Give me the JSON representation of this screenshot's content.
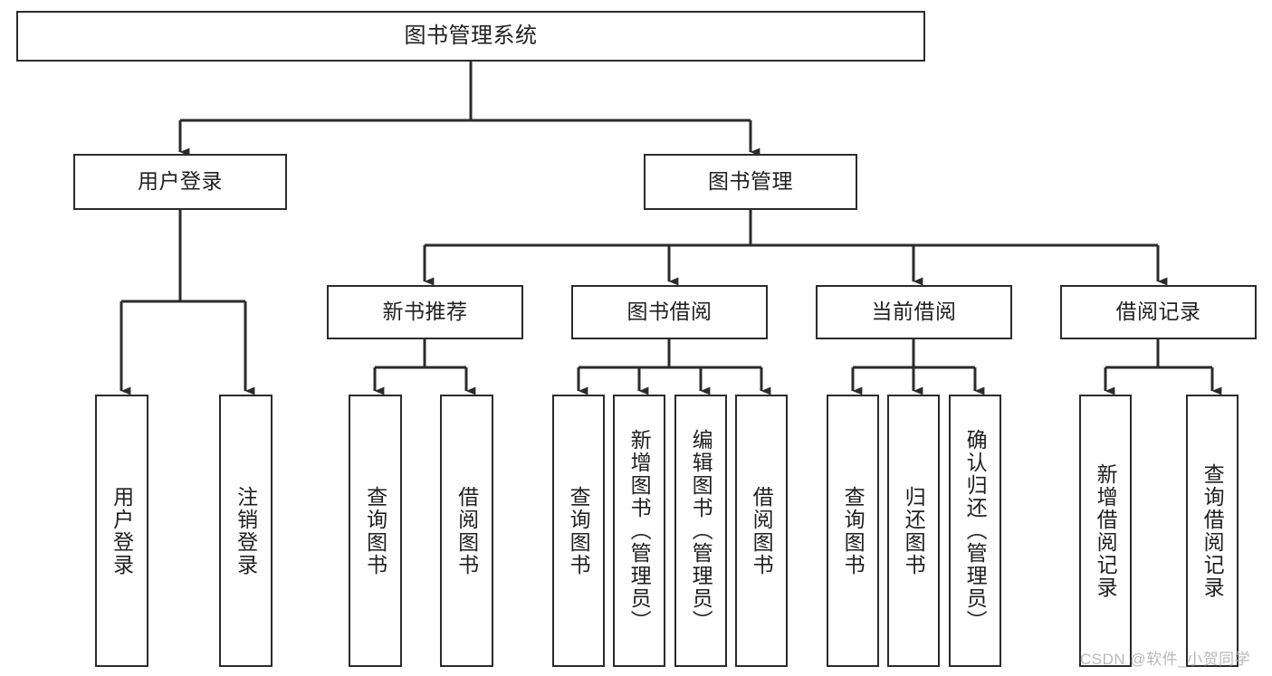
{
  "diagram": {
    "title": "图书管理系统",
    "type": "hierarchy-tree",
    "watermark": "CSDN @软件_小贺同学",
    "colors": {
      "node_border": "#2b2b2b",
      "node_fill": "#ffffff",
      "edge": "#2b2b2b",
      "text": "#1f1f1f",
      "watermark": "#b9b9b9"
    },
    "levels": [
      {
        "level": 1,
        "nodes": [
          {
            "id": "root",
            "label": "图书管理系统",
            "orientation": "horizontal"
          }
        ]
      },
      {
        "level": 2,
        "nodes": [
          {
            "id": "l2-user-login",
            "label": "用户登录",
            "orientation": "horizontal",
            "parent": "root"
          },
          {
            "id": "l2-book-mgmt",
            "label": "图书管理",
            "orientation": "horizontal",
            "parent": "root"
          }
        ]
      },
      {
        "level": 3,
        "nodes": [
          {
            "id": "l3-new-book",
            "label": "新书推荐",
            "orientation": "horizontal",
            "parent": "l2-book-mgmt"
          },
          {
            "id": "l3-borrow",
            "label": "图书借阅",
            "orientation": "horizontal",
            "parent": "l2-book-mgmt"
          },
          {
            "id": "l3-current",
            "label": "当前借阅",
            "orientation": "horizontal",
            "parent": "l2-book-mgmt"
          },
          {
            "id": "l3-records",
            "label": "借阅记录",
            "orientation": "horizontal",
            "parent": "l2-book-mgmt"
          }
        ]
      },
      {
        "level": 4,
        "nodes": [
          {
            "id": "l4-user-login",
            "label": "用户登录",
            "orientation": "vertical",
            "parent": "l2-user-login"
          },
          {
            "id": "l4-logout",
            "label": "注销登录",
            "orientation": "vertical",
            "parent": "l2-user-login"
          },
          {
            "id": "l4-query-book-1",
            "label": "查询图书",
            "orientation": "vertical",
            "parent": "l3-new-book"
          },
          {
            "id": "l4-borrow-book-1",
            "label": "借阅图书",
            "orientation": "vertical",
            "parent": "l3-new-book"
          },
          {
            "id": "l4-query-book-2",
            "label": "查询图书",
            "orientation": "vertical",
            "parent": "l3-borrow"
          },
          {
            "id": "l4-add-book",
            "label": "新增图书（管理员）",
            "orientation": "vertical",
            "parent": "l3-borrow"
          },
          {
            "id": "l4-edit-book",
            "label": "编辑图书（管理员）",
            "orientation": "vertical",
            "parent": "l3-borrow"
          },
          {
            "id": "l4-borrow-book-2",
            "label": "借阅图书",
            "orientation": "vertical",
            "parent": "l3-borrow"
          },
          {
            "id": "l4-query-book-3",
            "label": "查询图书",
            "orientation": "vertical",
            "parent": "l3-current"
          },
          {
            "id": "l4-return-book",
            "label": "归还图书",
            "orientation": "vertical",
            "parent": "l3-current"
          },
          {
            "id": "l4-confirm-return",
            "label": "确认归还（管理员）",
            "orientation": "vertical",
            "parent": "l3-current"
          },
          {
            "id": "l4-add-record",
            "label": "新增借阅记录",
            "orientation": "vertical",
            "parent": "l3-records"
          },
          {
            "id": "l4-query-record",
            "label": "查询借阅记录",
            "orientation": "vertical",
            "parent": "l3-records"
          }
        ]
      }
    ]
  }
}
